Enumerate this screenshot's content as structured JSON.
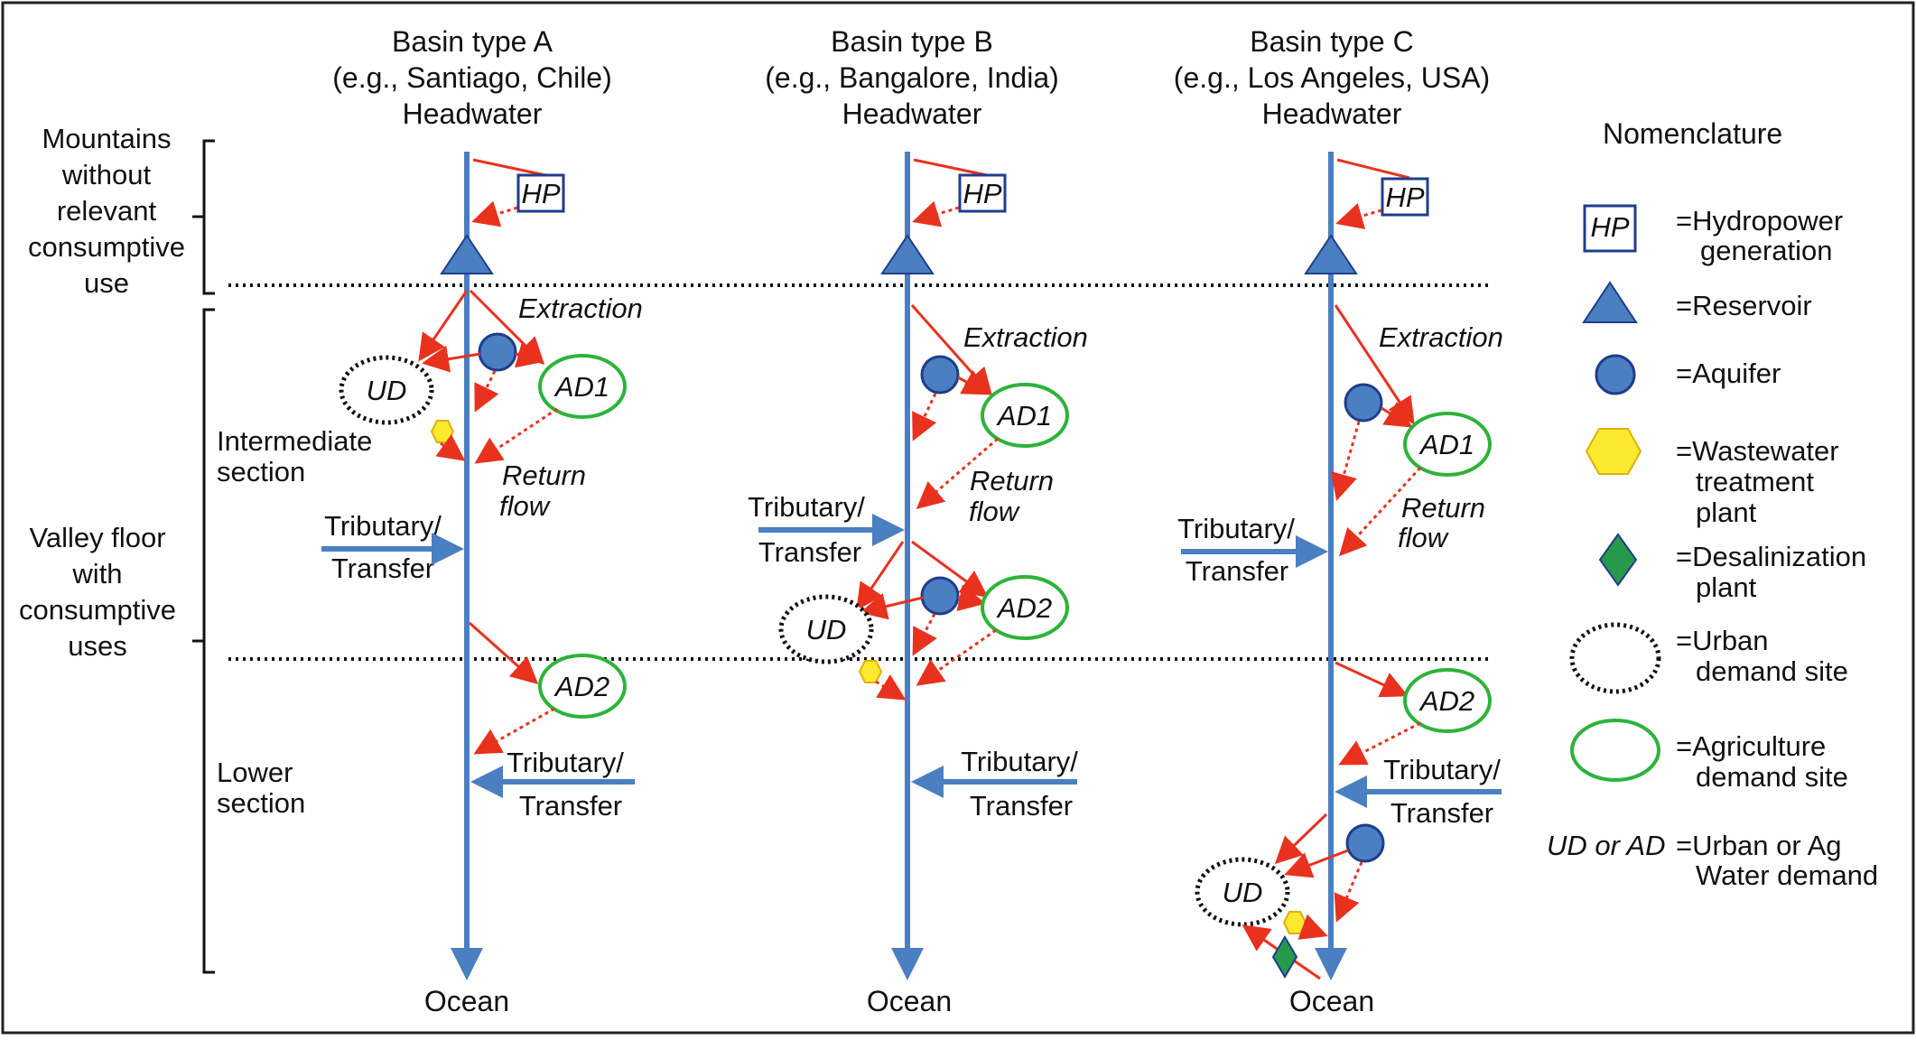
{
  "colors": {
    "river": "#4a7fc1",
    "extraction": "#e8321e",
    "aquifer": "#4a7fc1",
    "agriculture": "#2db33a",
    "wastewater": "#fde92f",
    "desalinization": "#249a4a",
    "reservoir": "#4a7fc1",
    "hydropower_border": "#1f3d8c",
    "divider": "#111111"
  },
  "basins": [
    {
      "title": "Basin type A",
      "example": "(e.g., Santiago, Chile)",
      "headwater": "Headwater",
      "ocean": "Ocean"
    },
    {
      "title": "Basin type B",
      "example": "(e.g., Bangalore, India)",
      "headwater": "Headwater",
      "ocean": "Ocean"
    },
    {
      "title": "Basin type C",
      "example": "(e.g., Los Angeles, USA)",
      "headwater": "Headwater",
      "ocean": "Ocean"
    }
  ],
  "zones": {
    "mountains": [
      "Mountains",
      "without",
      "relevant",
      "consumptive",
      "use"
    ],
    "valley": [
      "Valley floor",
      "with",
      "consumptive",
      "uses"
    ],
    "intermediate": [
      "Intermediate",
      "section"
    ],
    "lower": [
      "Lower",
      "section"
    ]
  },
  "labels": {
    "hp": "HP",
    "ud": "UD",
    "ad1": "AD1",
    "ad2": "AD2",
    "extraction": "Extraction",
    "return_flow": [
      "Return",
      "flow"
    ],
    "tributary": [
      "Tributary/",
      "Transfer"
    ]
  },
  "nomenclature": {
    "title": "Nomenclature",
    "items": [
      {
        "symbol": "hydropower-icon",
        "lines": [
          "=Hydropower",
          "generation"
        ]
      },
      {
        "symbol": "reservoir-icon",
        "lines": [
          "=Reservoir"
        ]
      },
      {
        "symbol": "aquifer-icon",
        "lines": [
          "=Aquifer"
        ]
      },
      {
        "symbol": "wastewater-plant-icon",
        "lines": [
          "=Wastewater",
          "treatment",
          "plant"
        ]
      },
      {
        "symbol": "desalinization-plant-icon",
        "lines": [
          "=Desalinization",
          "plant"
        ]
      },
      {
        "symbol": "urban-demand-icon",
        "lines": [
          "=Urban",
          "demand site"
        ]
      },
      {
        "symbol": "agriculture-demand-icon",
        "lines": [
          "=Agriculture",
          "demand site"
        ]
      }
    ],
    "abbrev_key": "UD or AD",
    "abbrev_lines": [
      "=Urban or Ag",
      "Water demand"
    ]
  }
}
